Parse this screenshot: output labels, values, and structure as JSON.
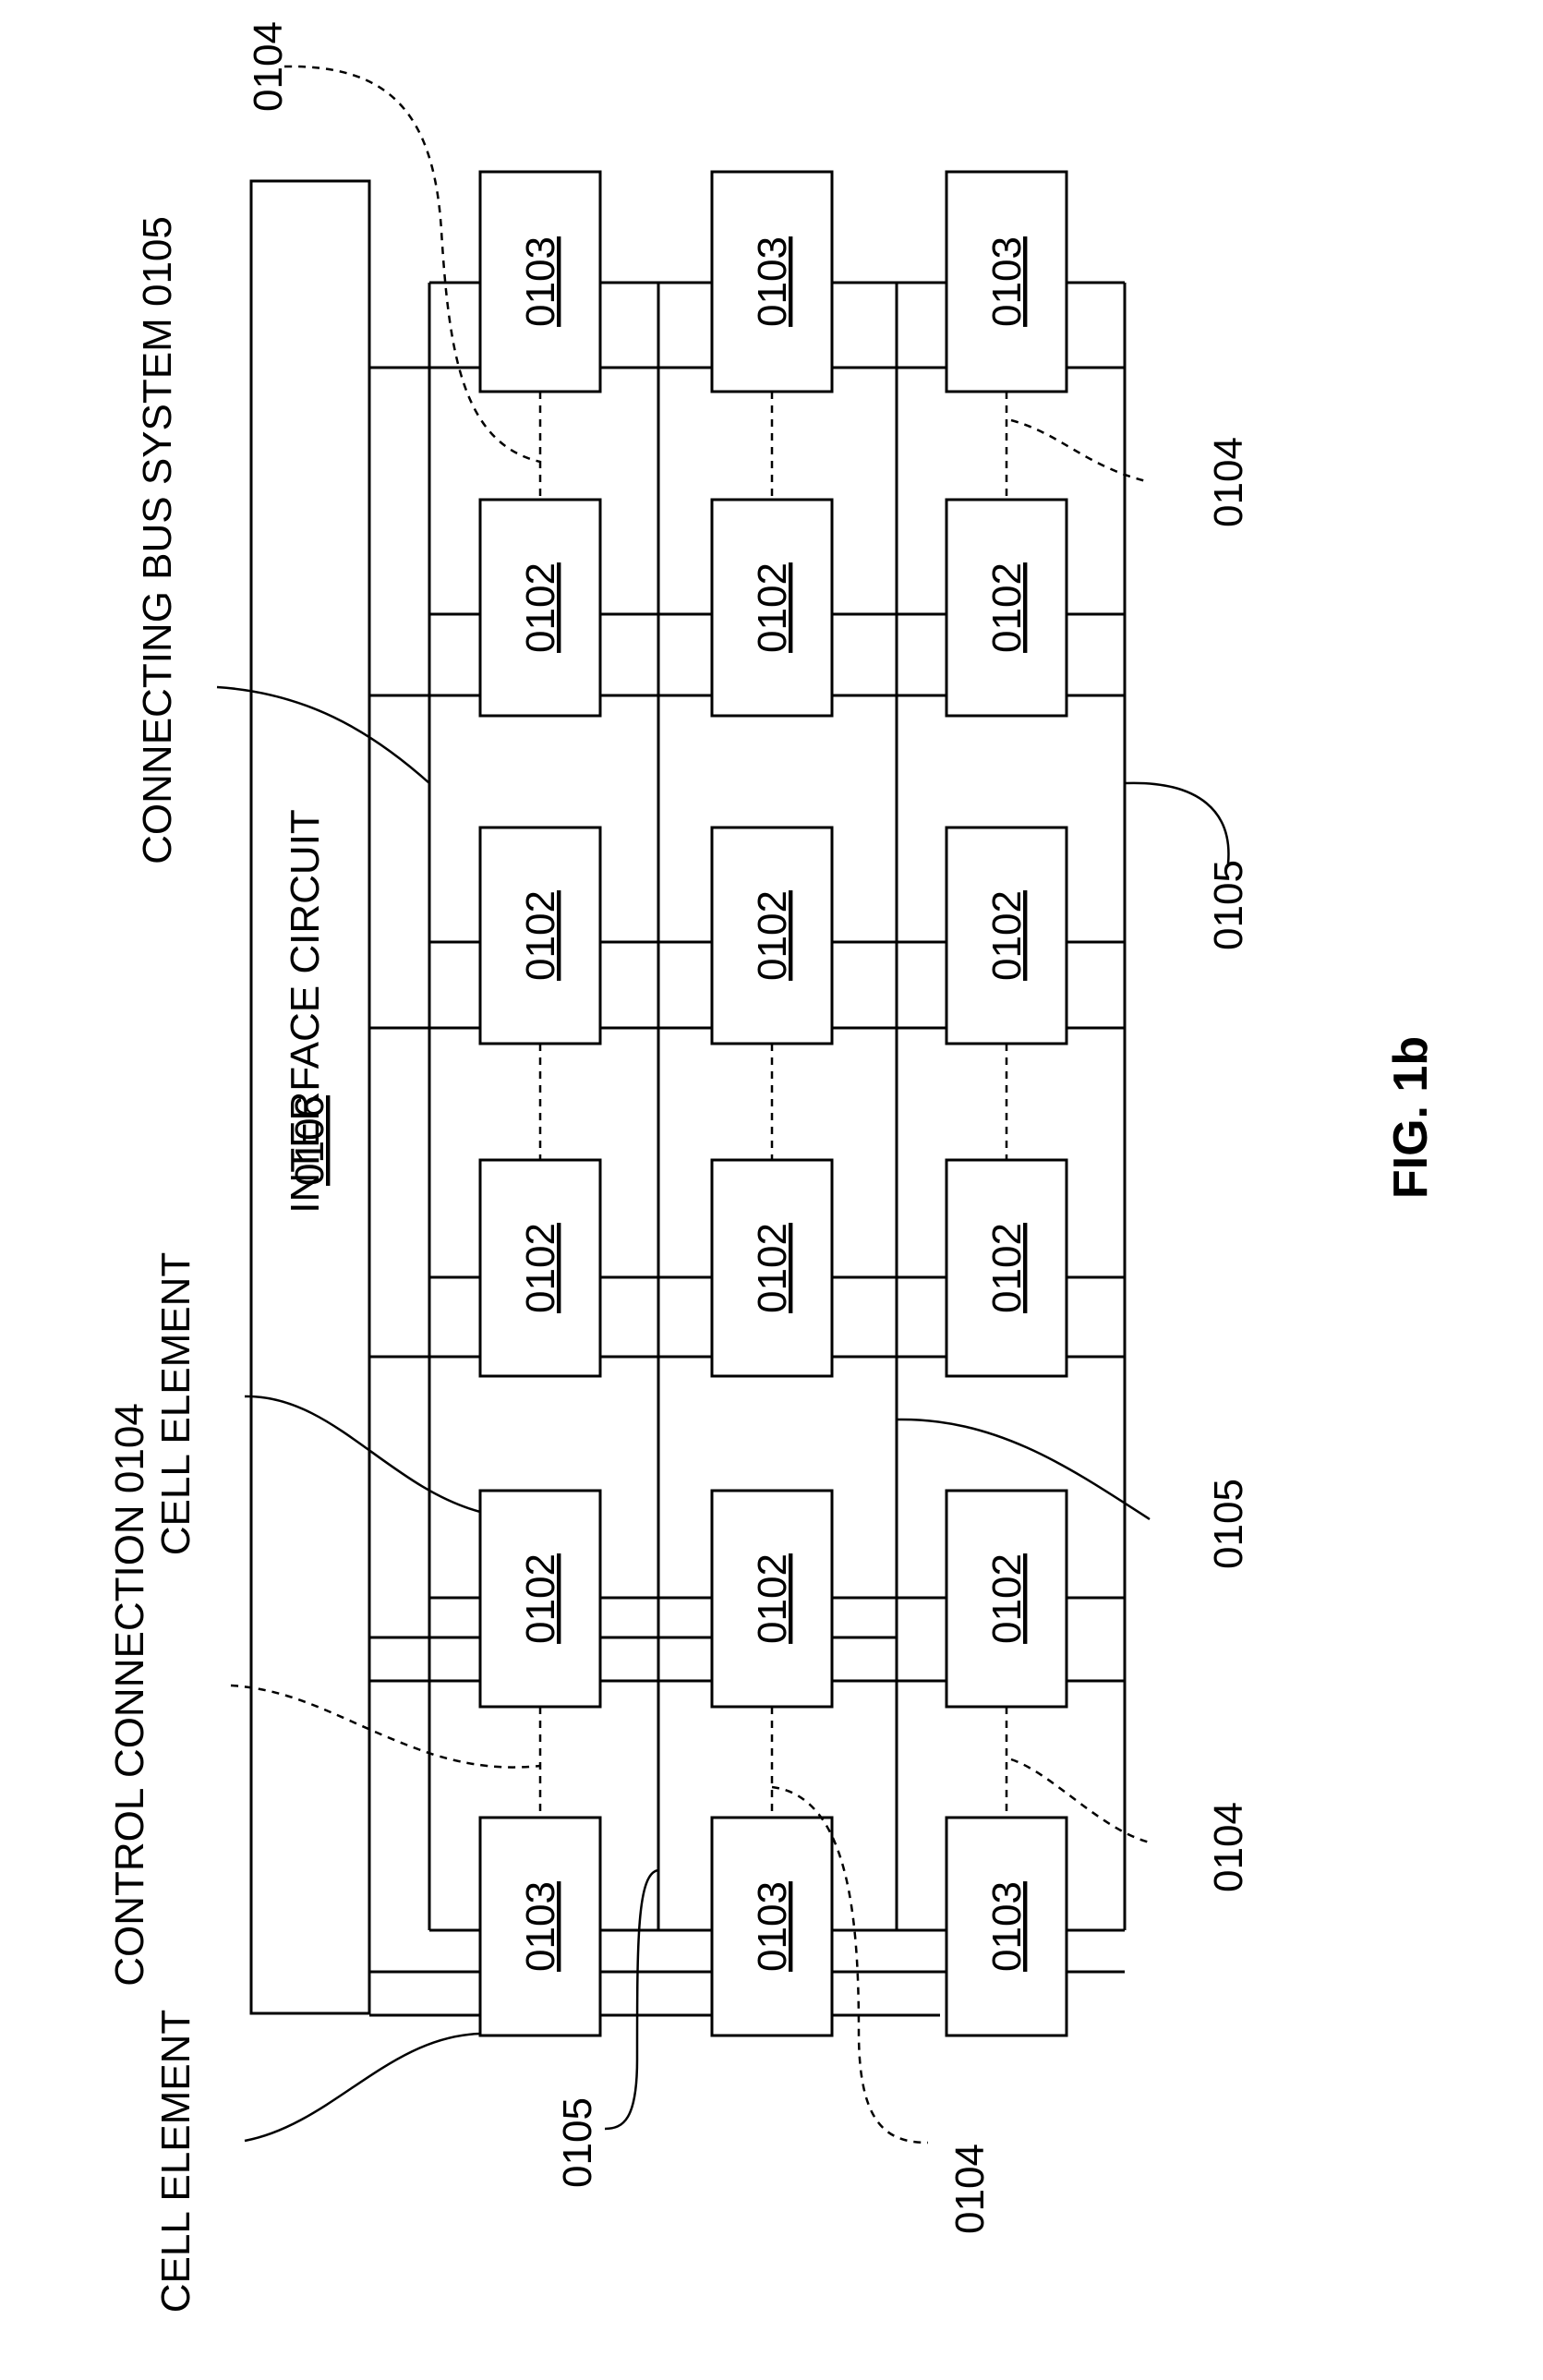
{
  "diagram": {
    "title": "FIG. 1b",
    "interface_circuit": {
      "label": "INTERFACE CIRCUIT",
      "id": "0106"
    },
    "cells": [
      [
        "0103",
        "0102",
        "0102",
        "0102",
        "0102",
        "0103"
      ],
      [
        "0103",
        "0102",
        "0102",
        "0102",
        "0102",
        "0103"
      ],
      [
        "0103",
        "0102",
        "0102",
        "0102",
        "0102",
        "0103"
      ]
    ],
    "labels": {
      "connecting_bus_system": "CONNECTING BUS SYSTEM 0105",
      "cell_element_top": "CELL ELEMENT",
      "control_connection": "CONTROL CONNECTION 0104",
      "cell_element_left": "CELL ELEMENT"
    },
    "refs": {
      "ref_0104_right_top": "0104",
      "ref_0104_left_1": "0104",
      "ref_0104_left_2": "0104",
      "ref_0104_left_3": "0104",
      "ref_0105_left": "0105",
      "ref_0105_middle": "0105",
      "ref_0105_right": "0105"
    }
  }
}
